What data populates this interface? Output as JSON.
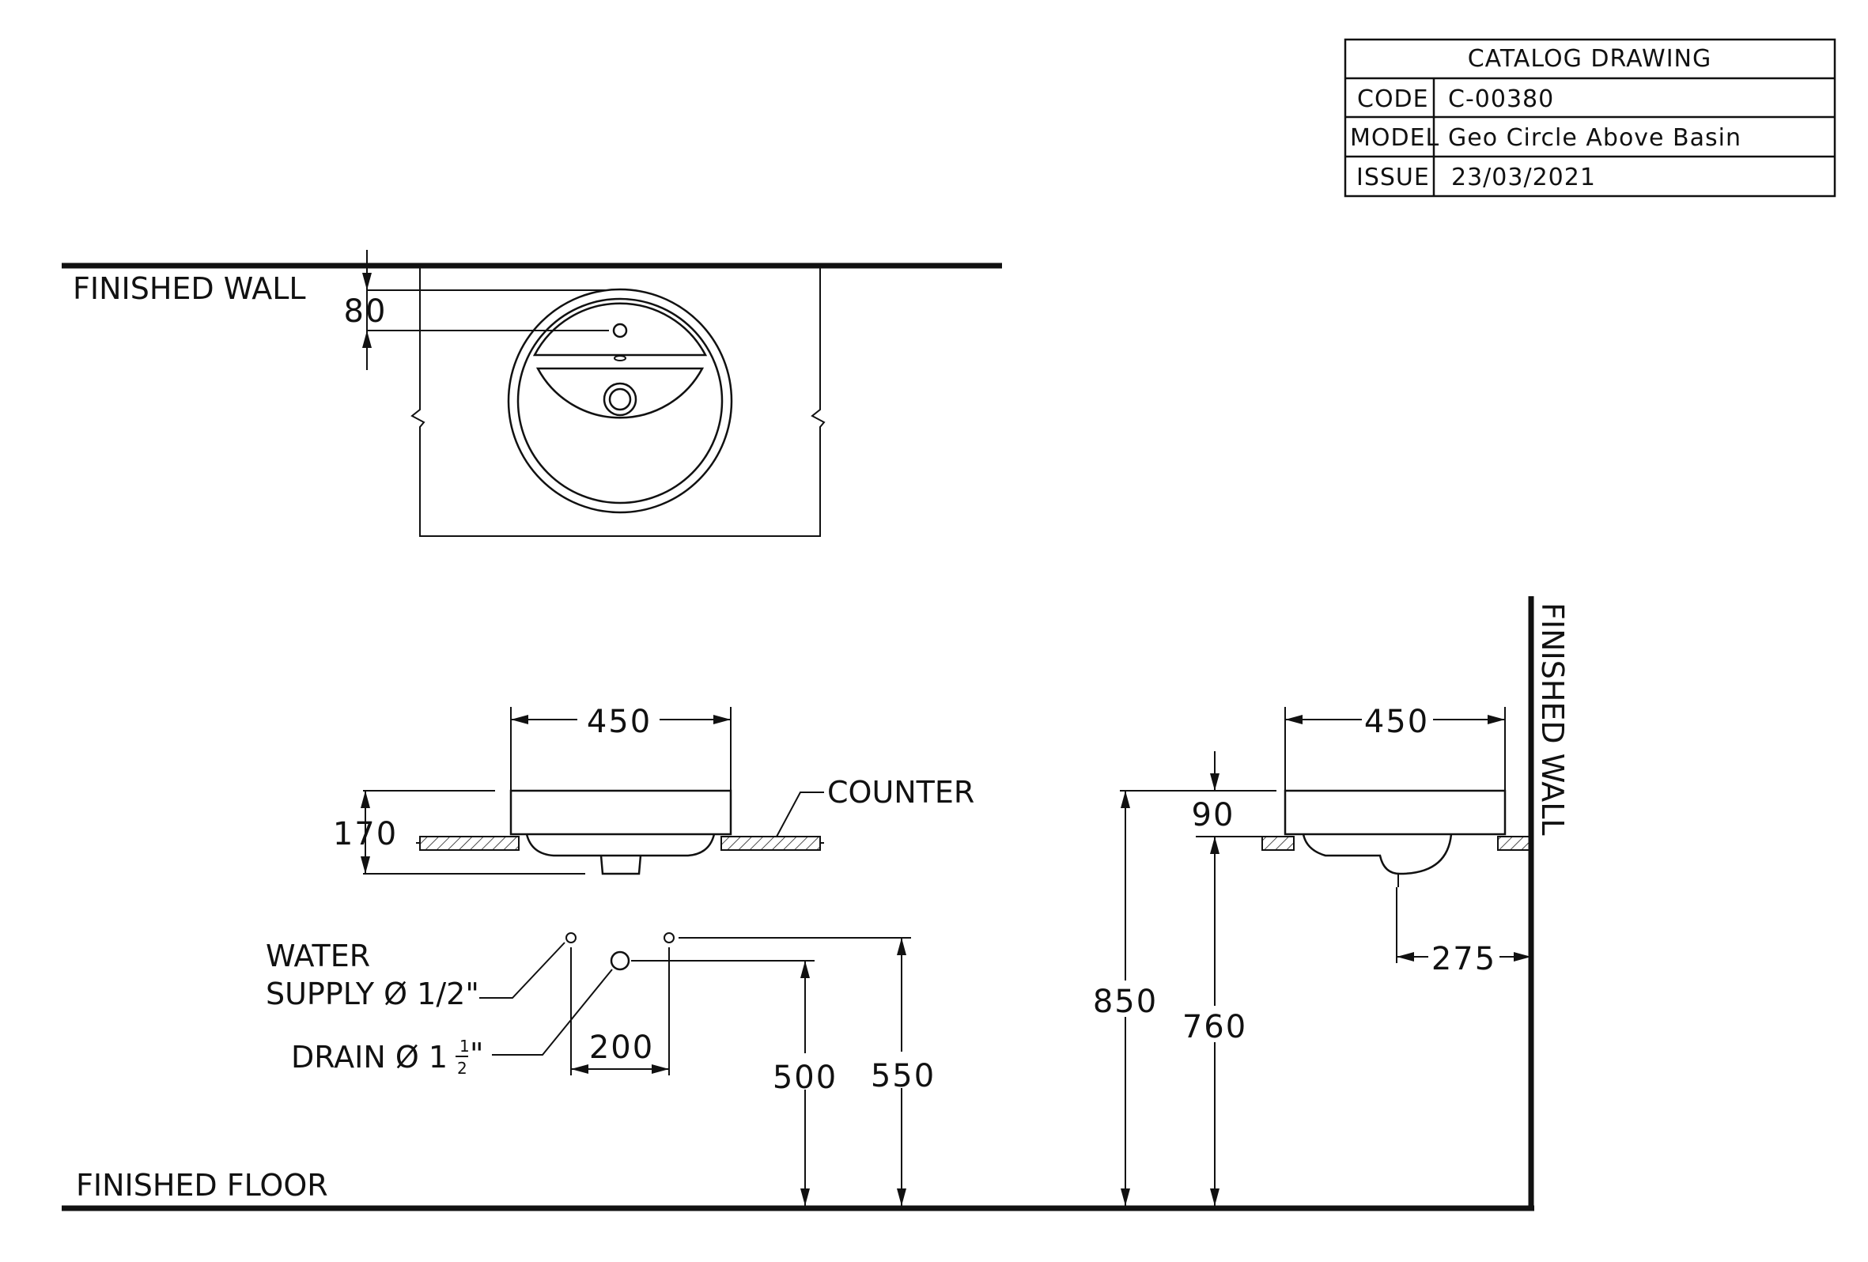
{
  "title_block": {
    "header": "CATALOG  DRAWING",
    "rows": [
      {
        "key": "CODE",
        "value": "C-00380"
      },
      {
        "key": "MODEL",
        "value": "Geo  Circle  Above  Basin"
      },
      {
        "key": "ISSUE",
        "value": "23/03/2021"
      }
    ]
  },
  "labels": {
    "finished_wall_top": "FINISHED WALL",
    "finished_wall_side": "FINISHED WALL",
    "finished_floor": "FINISHED FLOOR",
    "counter": "COUNTER",
    "water_supply_line1": "WATER",
    "water_supply_line2": "SUPPLY Ø 1/2\"",
    "drain_prefix": "DRAIN Ø 1",
    "drain_frac_num": "1",
    "drain_frac_den": "2",
    "drain_suffix": "\""
  },
  "dimensions": {
    "tap_from_wall": "80",
    "front_width": "450",
    "front_height": "170",
    "side_width": "450",
    "side_above_counter": "90",
    "drain_from_wall": "275",
    "supply_spacing": "200",
    "drain_height": "500",
    "supply_height": "550",
    "rim_height": "850",
    "counter_height": "760"
  }
}
